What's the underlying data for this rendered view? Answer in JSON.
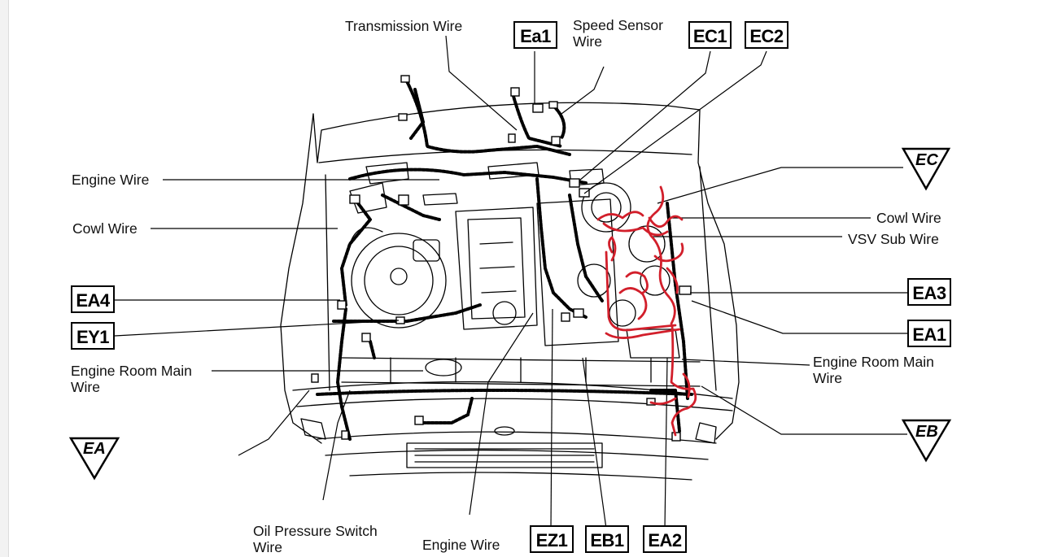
{
  "labels": {
    "transmission_wire": "Transmission Wire",
    "speed_sensor_wire": "Speed Sensor\nWire",
    "engine_wire_top": "Engine Wire",
    "cowl_wire_left": "Cowl Wire",
    "engine_room_main_left": "Engine Room Main\nWire",
    "oil_pressure_wire": "Oil Pressure Switch\nWire",
    "engine_wire_bottom": "Engine Wire",
    "cowl_wire_right": "Cowl Wire",
    "vsv_sub_wire": "VSV Sub Wire",
    "engine_room_main_right": "Engine Room Main\nWire"
  },
  "connectors": {
    "ea1_top": "Ea1",
    "ec1": "EC1",
    "ec2": "EC2",
    "ea4": "EA4",
    "ey1": "EY1",
    "ea3": "EA3",
    "ea1_right": "EA1",
    "ez1": "EZ1",
    "eb1": "EB1",
    "ea2": "EA2"
  },
  "grounds": {
    "ec": "EC",
    "ea": "EA",
    "eb": "EB"
  },
  "colors": {
    "line": "#000000",
    "annotation": "#d21f2b"
  }
}
